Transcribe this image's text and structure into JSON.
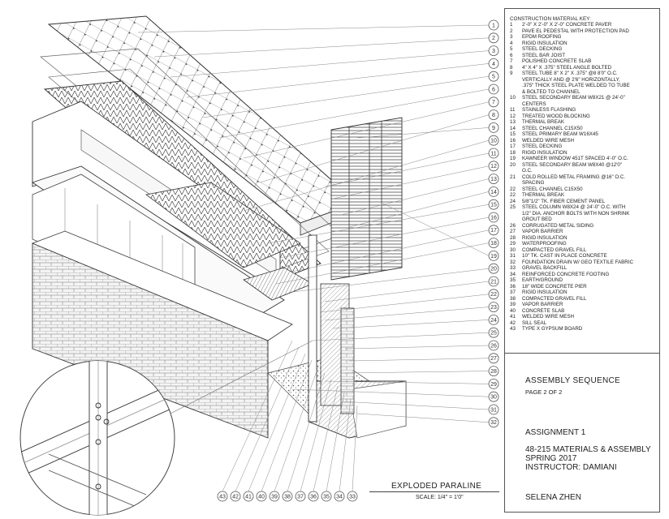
{
  "title_block": {
    "key_heading": "CONSTRUCTION MATERIAL KEY:",
    "key_items": [
      {
        "num": "1",
        "lines": [
          "2'-0\" X 2'-0\" X 2'-0\" CONCRETE PAVER"
        ]
      },
      {
        "num": "2",
        "lines": [
          "PAVE EL PEDESTAL WITH PROTECTION PAD"
        ]
      },
      {
        "num": "3",
        "lines": [
          "EPDM ROOFING"
        ]
      },
      {
        "num": "4",
        "lines": [
          "RIGID INSULATION"
        ]
      },
      {
        "num": "5",
        "lines": [
          "STEEL DECKING"
        ]
      },
      {
        "num": "6",
        "lines": [
          "STEEL BAR JOIST"
        ]
      },
      {
        "num": "7",
        "lines": [
          "POLISHED CONCRETE SLAB"
        ]
      },
      {
        "num": "8",
        "lines": [
          "4\" X 4\" X .375\" STEEL ANGLE BOLTED"
        ]
      },
      {
        "num": "9",
        "lines": [
          "STEEL TUBE 8\" X 2\" X .375\" @8 8'0\" O.C.",
          "VERTICALLY AND @ 2'6\"  HORIZONTALLY,",
          ".375\" THICK STEEL PLATE WELDED TO TUBE",
          "& BOLTED TO CHANNEL"
        ]
      },
      {
        "num": "10",
        "lines": [
          "STEEL SECONDARY BEAM W8X21 @ 24'-0\"",
          "CENTERS"
        ]
      },
      {
        "num": "11",
        "lines": [
          "STAINLESS FLASHING"
        ]
      },
      {
        "num": "12",
        "lines": [
          "TREATED WOOD BLOCKING"
        ]
      },
      {
        "num": "13",
        "lines": [
          "THERMAL BREAK"
        ]
      },
      {
        "num": "14",
        "lines": [
          "STEEL CHANNEL C15X50"
        ]
      },
      {
        "num": "15",
        "lines": [
          "STEEL PRIMARY BEAM W16X45"
        ]
      },
      {
        "num": "16",
        "lines": [
          "WELDED WIRE MESH"
        ]
      },
      {
        "num": "17",
        "lines": [
          "STEEL DECKING"
        ]
      },
      {
        "num": "18",
        "lines": [
          "RIGID INSULATION"
        ]
      },
      {
        "num": "19",
        "lines": [
          "KAWNEER WINDOW 451T SPACED 4'-0\" O.C."
        ]
      },
      {
        "num": "20",
        "lines": [
          "STEEL SECONDARY BEAM W8X40 @12'0\"",
          "O.C."
        ]
      },
      {
        "num": "21",
        "lines": [
          "COLD ROLLED METAL FRAMING @16\" O.C.",
          "SPACING"
        ]
      },
      {
        "num": "22",
        "lines": [
          "STEEL CHANNEL C15X50"
        ]
      },
      {
        "num": "22",
        "lines": [
          "THERMAL BREAK"
        ]
      },
      {
        "num": "24",
        "lines": [
          "5/8\"1/2\" TK. FIBER CEMENT PANEL"
        ]
      },
      {
        "num": "25",
        "lines": [
          "STEEL COLUMN W8X24 @ 24'-0\" O.C. WITH",
          "1/2\" DIA. ANCHOR BOLTS WITH NON SHRINK",
          "GROUT BED"
        ]
      },
      {
        "num": "26",
        "lines": [
          "CORRUGATED METAL SIDING"
        ]
      },
      {
        "num": "27",
        "lines": [
          "VAPOR BARRIER"
        ]
      },
      {
        "num": "28",
        "lines": [
          "RIGID INSULATION"
        ]
      },
      {
        "num": "29",
        "lines": [
          "WATERPROOFING"
        ]
      },
      {
        "num": "30",
        "lines": [
          "COMPACTED GRAVEL FILL"
        ]
      },
      {
        "num": "31",
        "lines": [
          "10\" TK. CAST IN PLACE CONCRETE"
        ]
      },
      {
        "num": "32",
        "lines": [
          "FOUNDATION DRAIN W/ GEO TEXTILE FABRIC"
        ]
      },
      {
        "num": "33",
        "lines": [
          "GRAVEL BACKFILL"
        ]
      },
      {
        "num": "34",
        "lines": [
          "REINFORCED CONCRETE FOOTING"
        ]
      },
      {
        "num": "35",
        "lines": [
          "EARTH/GROUND"
        ]
      },
      {
        "num": "36",
        "lines": [
          "18\" WIDE CONCRETE PIER"
        ]
      },
      {
        "num": "37",
        "lines": [
          "RIGID INSULATION"
        ]
      },
      {
        "num": "38",
        "lines": [
          "COMPACTED GRAVEL FILL"
        ]
      },
      {
        "num": "39",
        "lines": [
          "VAPOR BARRIER"
        ]
      },
      {
        "num": "40",
        "lines": [
          "CONCRETE SLAB"
        ]
      },
      {
        "num": "41",
        "lines": [
          "WELDED WIRE MESH"
        ]
      },
      {
        "num": "42",
        "lines": [
          "SILL SEAL"
        ]
      },
      {
        "num": "43",
        "lines": [
          "TYPE X GYPSUM BOARD"
        ]
      }
    ],
    "assembly_title": "ASSEMBLY SEQUENCE",
    "page_label": "PAGE 2 OF 2",
    "assignment": "ASSIGNMENT 1",
    "course_lines": [
      "48-215 MATERIALS & ASSEMBLY",
      "SPRING  2017",
      "INSTRUCTOR: DAMIANI"
    ],
    "student": "SELENA ZHEN"
  },
  "drawing": {
    "title": "EXPLODED PARALINE",
    "scale": "SCALE: 1/4\" = 1'0\"",
    "right_callouts": [
      "1",
      "2",
      "3",
      "4",
      "5",
      "6",
      "7",
      "8",
      "9",
      "10",
      "11",
      "12",
      "13",
      "14",
      "15",
      "16",
      "17",
      "18",
      "19",
      "20",
      "21",
      "22",
      "23",
      "24",
      "25",
      "26",
      "27",
      "28",
      "29",
      "30",
      "31",
      "32"
    ],
    "bottom_callouts": [
      "43",
      "42",
      "41",
      "40",
      "39",
      "38",
      "37",
      "36",
      "35",
      "34",
      "33"
    ]
  },
  "colors": {
    "line": "#333333",
    "light_line": "#8a8a8a",
    "paper": "#ffffff",
    "hatch": "#555555"
  }
}
